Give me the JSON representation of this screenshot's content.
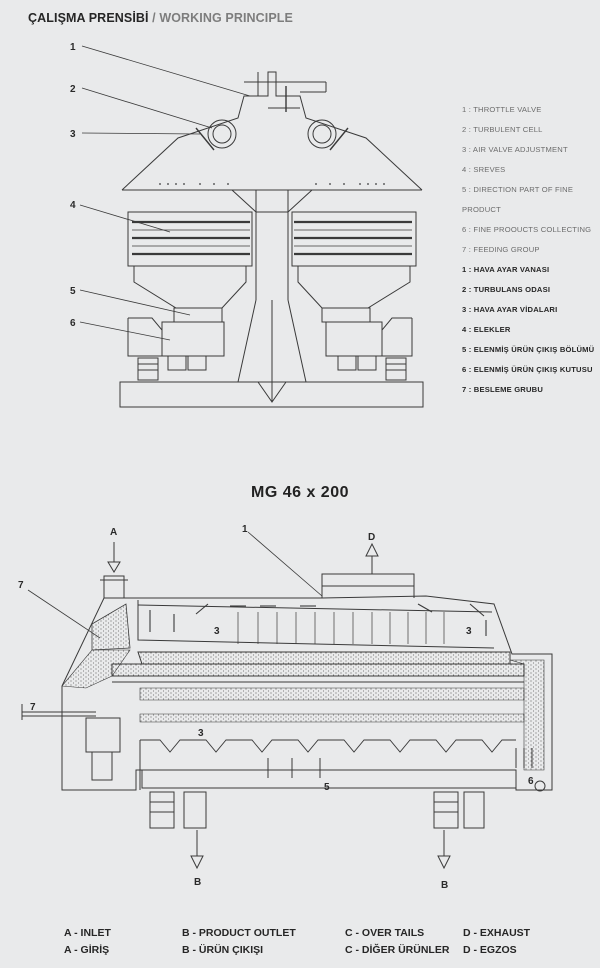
{
  "header": {
    "title_tr": "ÇALIŞMA PRENSİBİ",
    "separator": "/",
    "title_en": "WORKING PRINCIPLE"
  },
  "top_diagram": {
    "callouts": [
      "1",
      "2",
      "3",
      "4",
      "5",
      "6"
    ],
    "legend_en": [
      "1 : THROTTLE VALVE",
      "2 : TURBULENT CELL",
      "3 : AIR VALVE ADJUSTMENT",
      "4 : SREVES",
      "5 : DIRECTION PART OF FINE PRODUCT",
      "6 : FINE PROOUCTS COLLECTING",
      "7 : FEEDING GROUP"
    ],
    "legend_tr": [
      "1 : HAVA AYAR VANASI",
      "2 : TURBULANS ODASI",
      "3 : HAVA AYAR VİDALARI",
      "4 : ELEKLER",
      "5 : ELENMİŞ ÜRÜN ÇIKIŞ BÖLÜMÜ",
      "6 : ELENMİŞ ÜRÜN ÇIKIŞ KUTUSU",
      "7 : BESLEME GRUBU"
    ]
  },
  "model": "MG 46 x 200",
  "bottom_diagram": {
    "callouts": {
      "one": "1",
      "seven": "7",
      "three_a": "3",
      "three_b": "3",
      "three_c": "3",
      "five": "5",
      "six": "6",
      "seven_side": "7"
    },
    "flow_labels": {
      "inlet": "A",
      "exhaust": "D",
      "outlet_left": "B",
      "outlet_right": "B"
    }
  },
  "bottom_legend": {
    "a_en": "A - INLET",
    "a_tr": "A - GİRİŞ",
    "b_en": "B - PRODUCT OUTLET",
    "b_tr": "B - ÜRÜN ÇIKIŞI",
    "c_en": "C - OVER TAILS",
    "c_tr": "C - DİĞER ÜRÜNLER",
    "d_en": "D - EXHAUST",
    "d_tr": "D - EGZOS"
  }
}
